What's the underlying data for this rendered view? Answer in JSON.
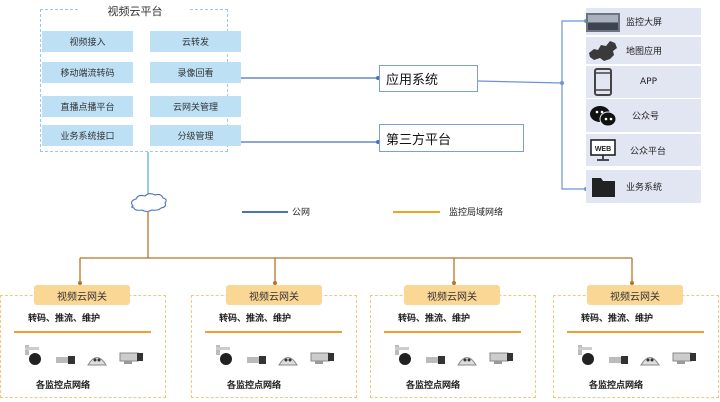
{
  "platform": {
    "title": "视频云平台",
    "modules": [
      {
        "label": "视频接入"
      },
      {
        "label": "云转发"
      },
      {
        "label": "移动端流转码"
      },
      {
        "label": "录像回看"
      },
      {
        "label": "直播点播平台"
      },
      {
        "label": "云网关管理"
      },
      {
        "label": "业务系统接口"
      },
      {
        "label": "分级管理"
      }
    ]
  },
  "systems": {
    "app_system": "应用系统",
    "third_party": "第三方平台"
  },
  "apps": [
    {
      "label": "监控大屏",
      "icon": "video-wall-icon"
    },
    {
      "label": "地图应用",
      "icon": "china-map-icon"
    },
    {
      "label": "APP",
      "icon": "smartphone-icon"
    },
    {
      "label": "公众号",
      "icon": "wechat-icon"
    },
    {
      "label": "公众平台",
      "icon": "web-monitor-icon"
    },
    {
      "label": "业务系统",
      "icon": "folder-icon"
    }
  ],
  "legend": {
    "public_net": {
      "label": "公网",
      "color": "#4a72b8"
    },
    "lan": {
      "label": "监控局域网络",
      "color": "#f5a31a"
    }
  },
  "gateways": [
    {
      "title": "视频云网关",
      "function": "转码、推流、维护",
      "network": "各监控点网络"
    },
    {
      "title": "视频云网关",
      "function": "转码、推流、维护",
      "network": "各监控点网络"
    },
    {
      "title": "视频云网关",
      "function": "转码、推流、维护",
      "network": "各监控点网络"
    },
    {
      "title": "视频云网关",
      "function": "转码、推流、维护",
      "network": "各监控点网络"
    }
  ],
  "colors": {
    "module_bg": "#bde0f5",
    "app_bg": "#e2e6f3",
    "gateway_title_bg": "#fbd796",
    "bus_line": "#b8742a"
  }
}
